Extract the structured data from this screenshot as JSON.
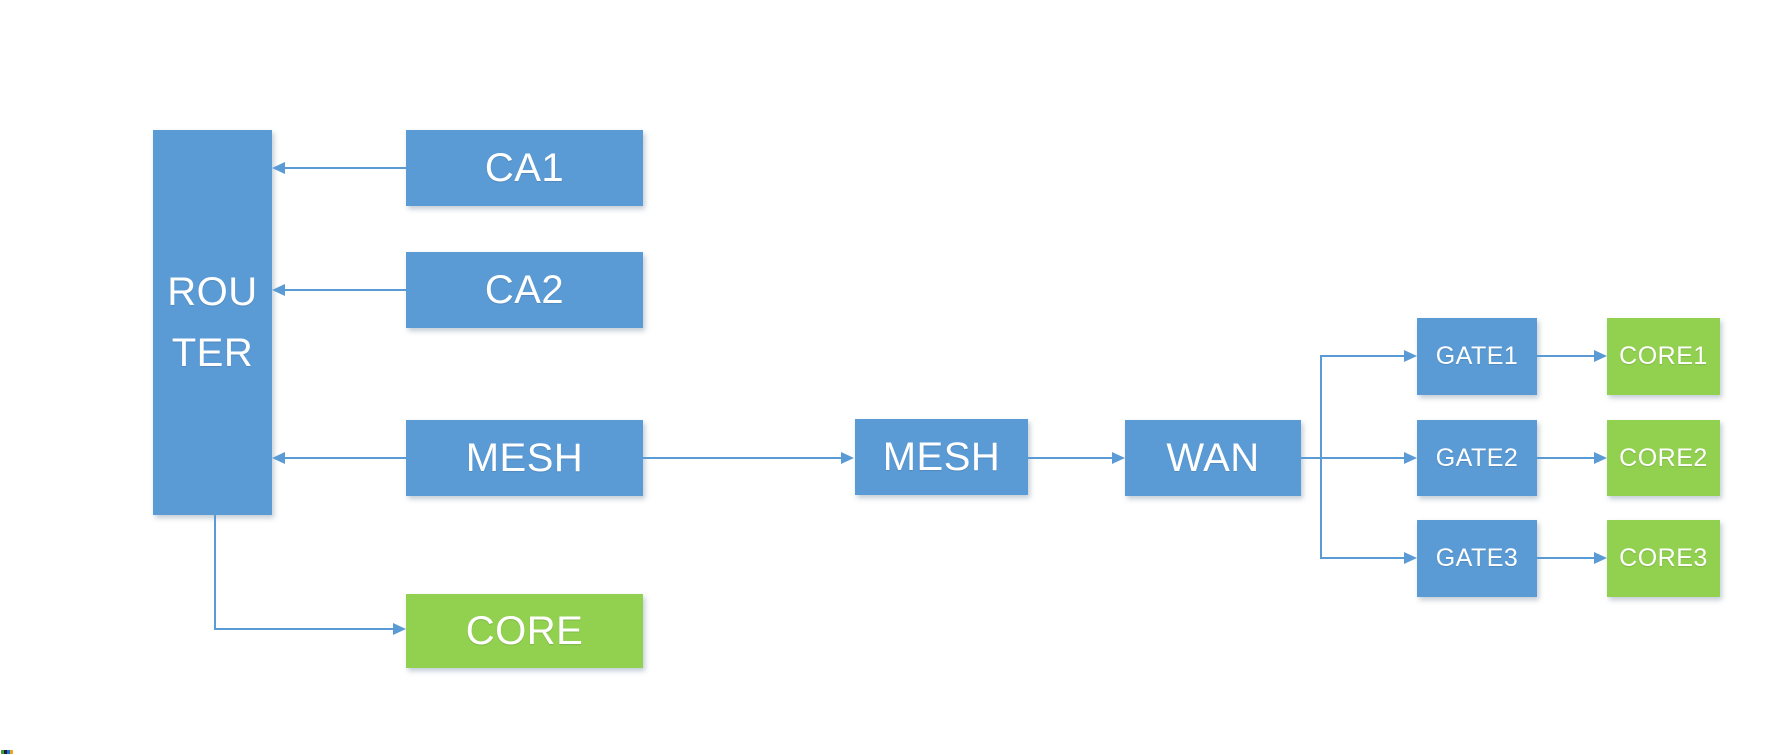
{
  "page": {
    "background": "#FFFFFF",
    "description": "Network topology flow diagram"
  },
  "colors": {
    "node_blue": "#5B9BD5",
    "node_green": "#92D050",
    "connector": "#5B9BD5",
    "label_text": "#FFFFFF"
  },
  "diagram": {
    "nodes": {
      "router": {
        "label": "ROUTER",
        "lines": [
          "ROU",
          "TER"
        ],
        "fill": "blue"
      },
      "ca1": {
        "label": "CA1",
        "fill": "blue"
      },
      "ca2": {
        "label": "CA2",
        "fill": "blue"
      },
      "mesh_left": {
        "label": "MESH",
        "fill": "blue"
      },
      "mesh_mid": {
        "label": "MESH",
        "fill": "blue"
      },
      "wan": {
        "label": "WAN",
        "fill": "blue"
      },
      "gate1": {
        "label": "GATE1",
        "fill": "blue"
      },
      "gate2": {
        "label": "GATE2",
        "fill": "blue"
      },
      "gate3": {
        "label": "GATE3",
        "fill": "blue"
      },
      "core1": {
        "label": "CORE1",
        "fill": "green"
      },
      "core2": {
        "label": "CORE2",
        "fill": "green"
      },
      "core3": {
        "label": "CORE3",
        "fill": "green"
      },
      "core_main": {
        "label": "CORE",
        "fill": "green"
      }
    },
    "edges": [
      {
        "from": "ca1",
        "to": "router",
        "arrowhead_at": "router"
      },
      {
        "from": "ca2",
        "to": "router",
        "arrowhead_at": "router"
      },
      {
        "from": "mesh_left",
        "to": "router",
        "arrowhead_at": "router"
      },
      {
        "from": "mesh_left",
        "to": "mesh_mid",
        "arrowhead_at": "mesh_mid"
      },
      {
        "from": "mesh_mid",
        "to": "wan",
        "arrowhead_at": "wan"
      },
      {
        "from": "wan",
        "to": "gate1",
        "arrowhead_at": "gate1"
      },
      {
        "from": "wan",
        "to": "gate2",
        "arrowhead_at": "gate2"
      },
      {
        "from": "wan",
        "to": "gate3",
        "arrowhead_at": "gate3"
      },
      {
        "from": "gate1",
        "to": "core1",
        "arrowhead_at": "core1"
      },
      {
        "from": "gate2",
        "to": "core2",
        "arrowhead_at": "core2"
      },
      {
        "from": "gate3",
        "to": "core3",
        "arrowhead_at": "core3"
      },
      {
        "from": "router",
        "to": "core_main",
        "arrowhead_at": "core_main"
      }
    ]
  },
  "bottom_left_artifact": {
    "pixel_colors": [
      "#4a9b3f",
      "#1b2430",
      "#1e6fd9",
      "#f0a818"
    ]
  }
}
